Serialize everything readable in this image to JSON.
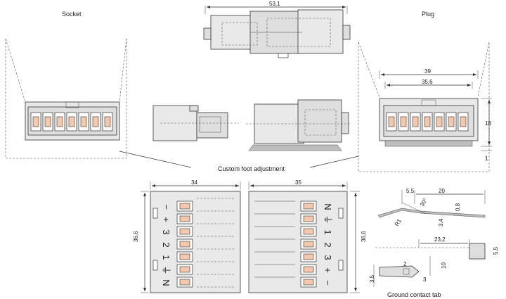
{
  "labels": {
    "socket": "Socket",
    "plug": "Plug",
    "custom_foot": "Custom foot adjustment",
    "ground_tab": "Ground contact tab"
  },
  "dimensions": {
    "top_length": "53,1",
    "plug_width_outer": "39",
    "plug_width_inner": "35,6",
    "plug_height": "18",
    "plug_foot": "1",
    "socket_front_width": "34",
    "plug_front_width": "35",
    "front_height_left": "36,6",
    "front_height_right": "36,6",
    "tab_a": "5,5",
    "tab_b": "20",
    "tab_angle": "30°",
    "tab_thk": "0,8",
    "tab_h": "3,4",
    "tab_r": "R1",
    "tab_len": "23,2",
    "tab_end": "5,5",
    "tab_w": "2",
    "tab_gap": "10",
    "tab_hole": "3",
    "tab_small": "3,5"
  },
  "socket_pins": [
    "−",
    "+",
    "3",
    "2",
    "1",
    "⏚",
    "N"
  ],
  "plug_pins": [
    "N",
    "⏚",
    "1",
    "2",
    "3",
    "+",
    "−"
  ]
}
